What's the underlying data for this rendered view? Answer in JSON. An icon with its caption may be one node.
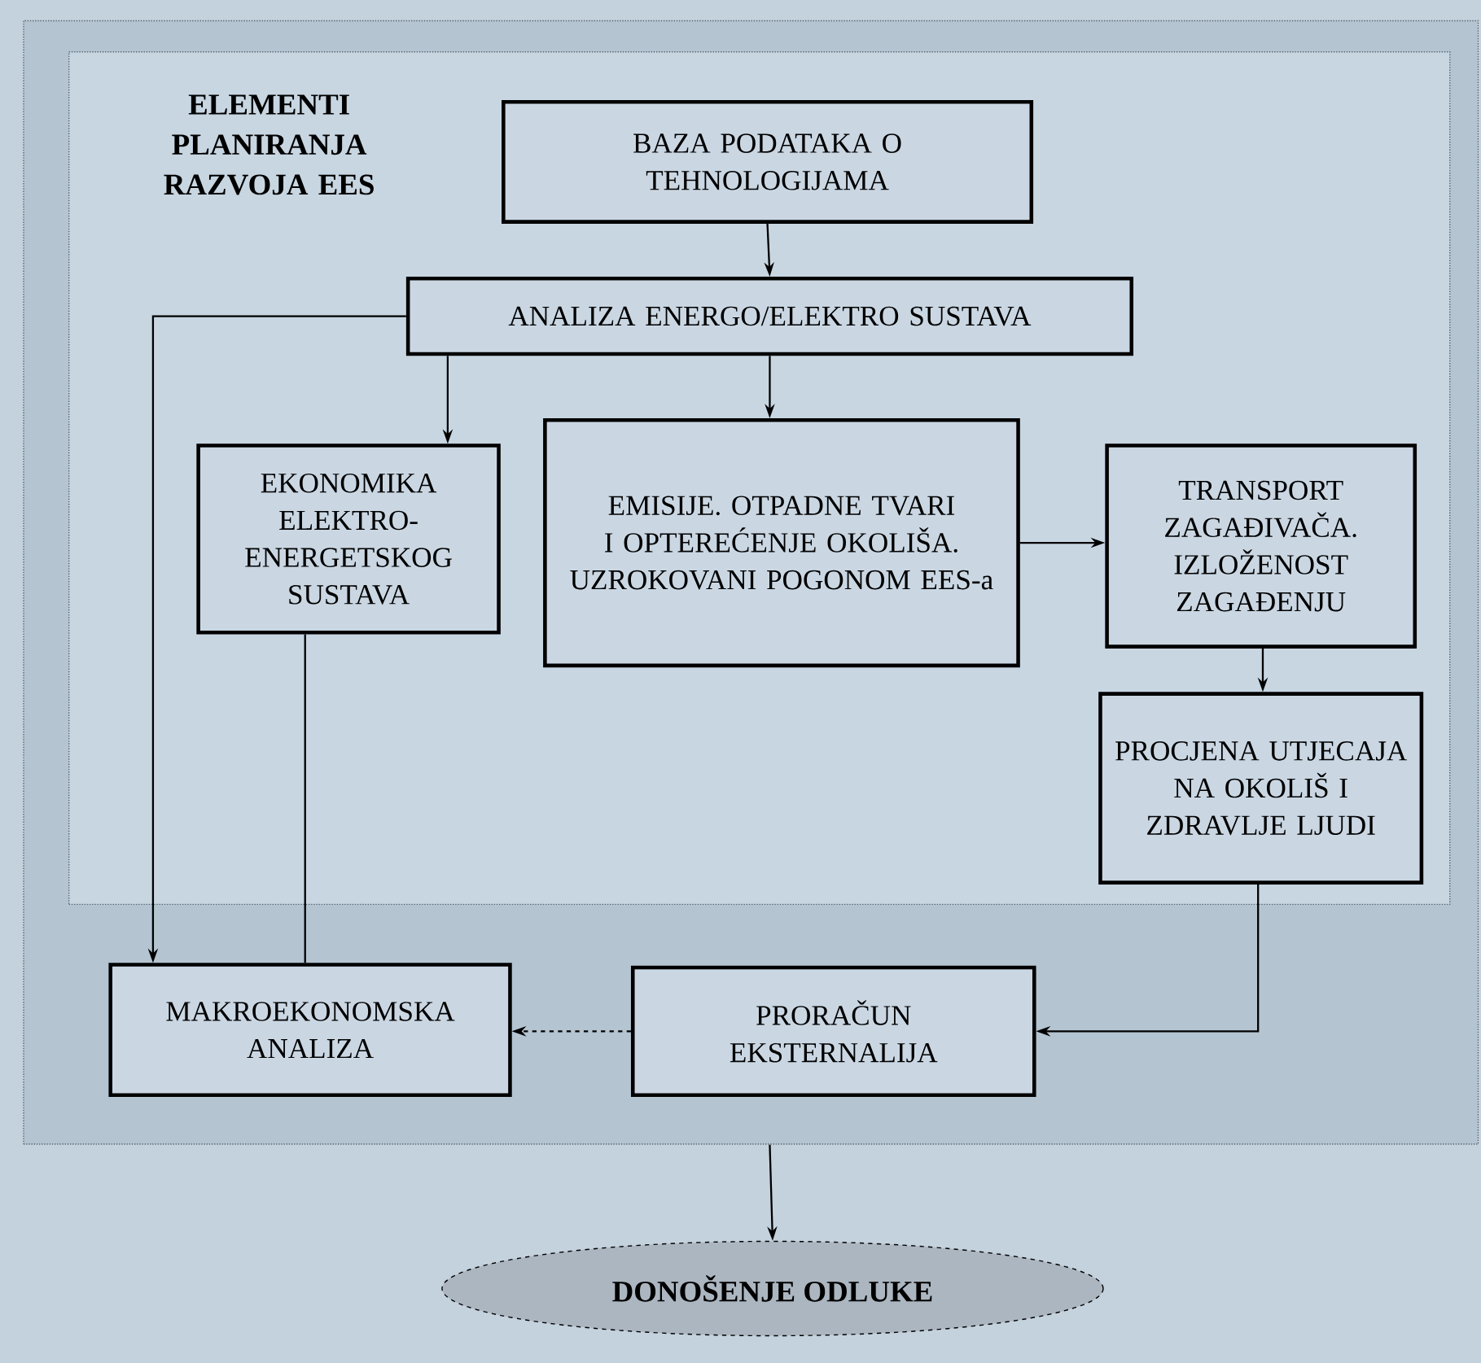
{
  "diagram": {
    "nodes": [
      {
        "text": [],
        "shape": "box"
      },
      {
        "text": [
          "ELEMENTI PLANIRANJA RAZVOJA EES"
        ],
        "in": 0
      },
      {
        "text": [
          "BAZA PODATAKA O TEHNOLOGIJAMA"
        ],
        "in": 1
      },
      {
        "text": [
          "ANALIZA ENERGO/ELEKTRO SUSTAVA"
        ],
        "in": 1
      },
      {
        "text": [
          "EKONOMIKA ELEKTRO- ENERGETSKOG SUSTAVA"
        ],
        "in": 1
      },
      {
        "text": [
          "EMISIJE. OTPADNE TVARI I OPTEREĆENJE OKOLIŠA. UZROKOVANI POGONOM EES-a"
        ],
        "in": 1
      },
      {
        "text": [
          "TRANSPORT ZAGAĐIVAČA. IZLOŽENOST ZAGAĐENJU"
        ],
        "in": 1
      },
      {
        "text": [
          "PROCJENA UTJECAJA NA OKOLIŠ I ZDRAVLJE LJUDI"
        ],
        "in": 1
      },
      {
        "text": [
          "MAKROEKONOMSKA ANALIZA"
        ],
        "in": 0
      },
      {
        "text": [
          "PRORAČUN EKSTERNALIJA"
        ],
        "in": 0
      },
      {
        "text": [
          "DONOŠENJE ODLUKE"
        ]
      }
    ],
    "edges": [
      {
        "from": 2,
        "to": 3,
        "arrow": "to"
      },
      {
        "from": 3,
        "to": 4,
        "arrow": "to"
      },
      {
        "from": 3,
        "to": 5,
        "arrow": "to"
      },
      {
        "from": 3,
        "to": 8,
        "arrow": "to"
      },
      {
        "from": 4,
        "to": 8,
        "arrow": "none"
      },
      {
        "from": 5,
        "to": 6,
        "arrow": "to"
      },
      {
        "from": 6,
        "to": 7,
        "arrow": "to"
      },
      {
        "from": 7,
        "to": 9,
        "arrow": "to"
      },
      {
        "from": 9,
        "to": 8,
        "arrow": "to",
        "style": "dashed"
      },
      {
        "from": 0,
        "to": 10,
        "arrow": "to"
      }
    ]
  }
}
